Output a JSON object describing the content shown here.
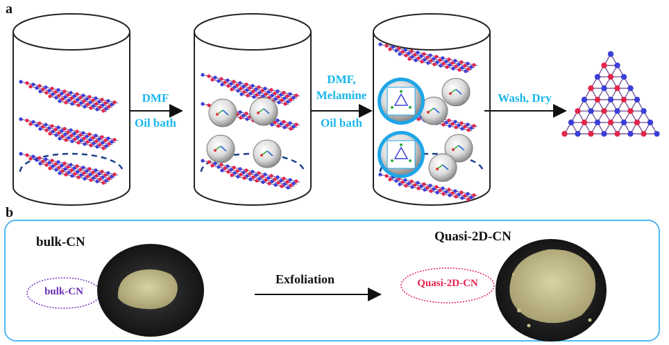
{
  "panel_a": {
    "letter": "a",
    "step1_line1": "DMF",
    "step1_line2": "Oil bath",
    "step2_line1": "DMF,",
    "step2_line2": "Melamine",
    "step2_line3": "Oil bath",
    "step3": "Wash, Dry"
  },
  "panel_b": {
    "letter": "b",
    "left_heading": "bulk-CN",
    "left_pill": "bulk-CN",
    "arrow_label": "Exfoliation",
    "right_heading": "Quasi-2D-CN",
    "right_pill": "Quasi-2D-CN"
  },
  "colors": {
    "step_text": "#1ab7ea",
    "box_border": "#4db8f0",
    "atom_n": "#3b3fd8",
    "atom_c": "#e2264a",
    "left_pill": "#6a2fb5",
    "right_pill": "#e8204c",
    "powder": "#c9c08a"
  }
}
